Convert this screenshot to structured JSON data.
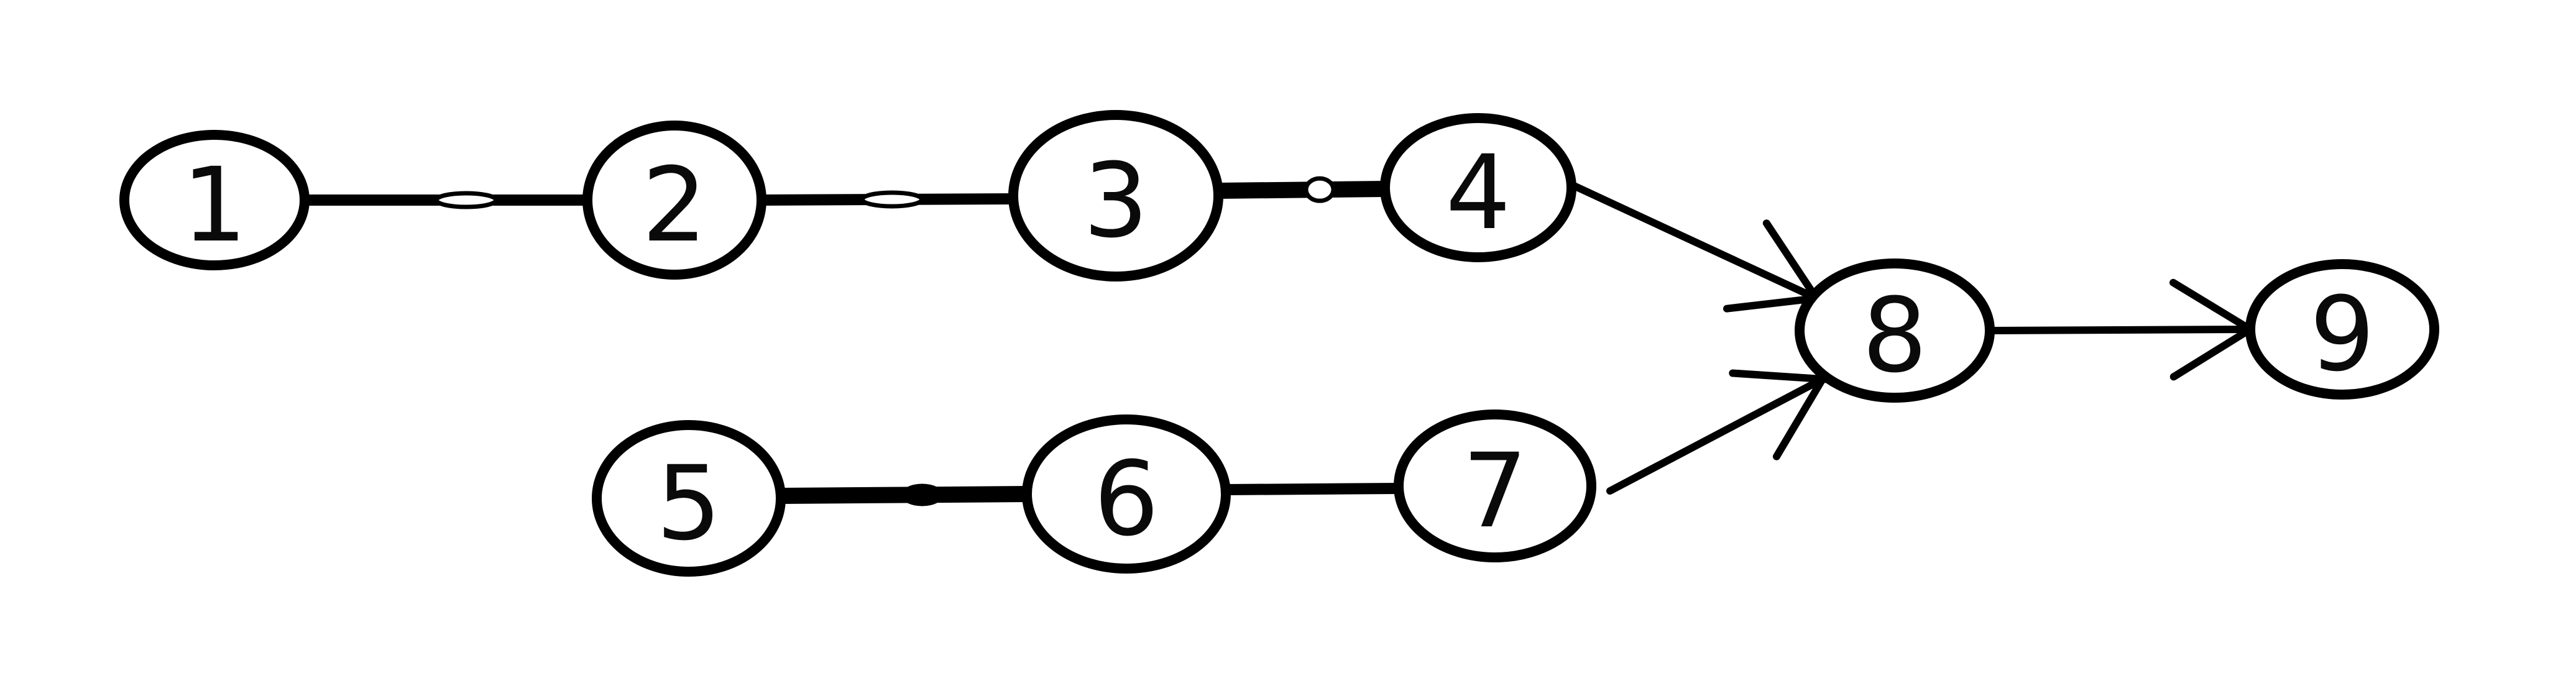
{
  "diagram": {
    "nodes": [
      {
        "id": "1",
        "label": "1"
      },
      {
        "id": "2",
        "label": "2"
      },
      {
        "id": "3",
        "label": "3"
      },
      {
        "id": "4",
        "label": "4"
      },
      {
        "id": "5",
        "label": "5"
      },
      {
        "id": "6",
        "label": "6"
      },
      {
        "id": "7",
        "label": "7"
      },
      {
        "id": "8",
        "label": "8"
      },
      {
        "id": "9",
        "label": "9"
      }
    ],
    "edges": [
      {
        "from": "1",
        "to": "2"
      },
      {
        "from": "2",
        "to": "3"
      },
      {
        "from": "3",
        "to": "4"
      },
      {
        "from": "4",
        "to": "8"
      },
      {
        "from": "5",
        "to": "6"
      },
      {
        "from": "6",
        "to": "7"
      },
      {
        "from": "7",
        "to": "8"
      },
      {
        "from": "8",
        "to": "9"
      }
    ],
    "colors": {
      "stroke": "#000000",
      "background": "#ffffff",
      "label": "#0a0a0a"
    }
  }
}
